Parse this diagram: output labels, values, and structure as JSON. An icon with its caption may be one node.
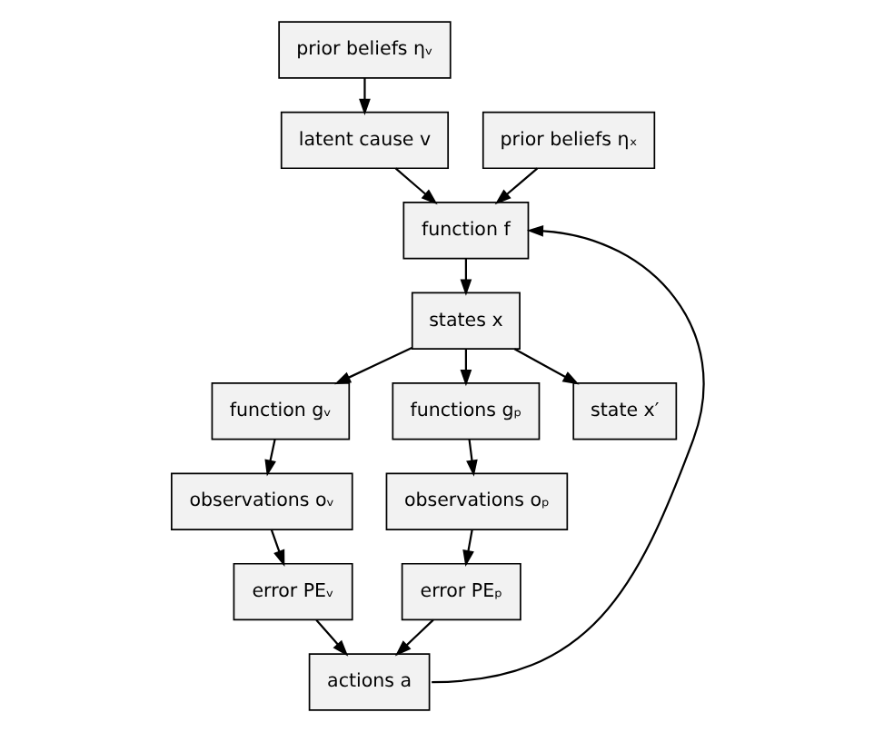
{
  "diagram": {
    "nodes": [
      {
        "text": [
          "prior beliefs ηᵥ"
        ]
      },
      {
        "text": [
          "latent cause v"
        ]
      },
      {
        "text": [
          "prior beliefs ηₓ"
        ]
      },
      {
        "text": [
          "function f"
        ]
      },
      {
        "text": [
          "states x"
        ]
      },
      {
        "text": [
          "function gᵥ"
        ]
      },
      {
        "text": [
          "functions gₚ"
        ]
      },
      {
        "text": [
          "state x′"
        ]
      },
      {
        "text": [
          "observations oᵥ"
        ]
      },
      {
        "text": [
          "observations oₚ"
        ]
      },
      {
        "text": [
          "error PEᵥ"
        ]
      },
      {
        "text": [
          "error PEₚ"
        ]
      },
      {
        "text": [
          "actions a"
        ]
      }
    ],
    "edges": [
      {
        "from": 0,
        "to": 1,
        "arrow": "to"
      },
      {
        "from": 1,
        "to": 3,
        "arrow": "to"
      },
      {
        "from": 2,
        "to": 3,
        "arrow": "to"
      },
      {
        "from": 3,
        "to": 4,
        "arrow": "to"
      },
      {
        "from": 4,
        "to": 5,
        "arrow": "to"
      },
      {
        "from": 4,
        "to": 6,
        "arrow": "to"
      },
      {
        "from": 4,
        "to": 7,
        "arrow": "to"
      },
      {
        "from": 5,
        "to": 8,
        "arrow": "to"
      },
      {
        "from": 6,
        "to": 9,
        "arrow": "to"
      },
      {
        "from": 8,
        "to": 10,
        "arrow": "to"
      },
      {
        "from": 9,
        "to": 11,
        "arrow": "to"
      },
      {
        "from": 10,
        "to": 12,
        "arrow": "to"
      },
      {
        "from": 11,
        "to": 12,
        "arrow": "to"
      },
      {
        "from": 12,
        "to": 3,
        "arrow": "to"
      }
    ]
  }
}
